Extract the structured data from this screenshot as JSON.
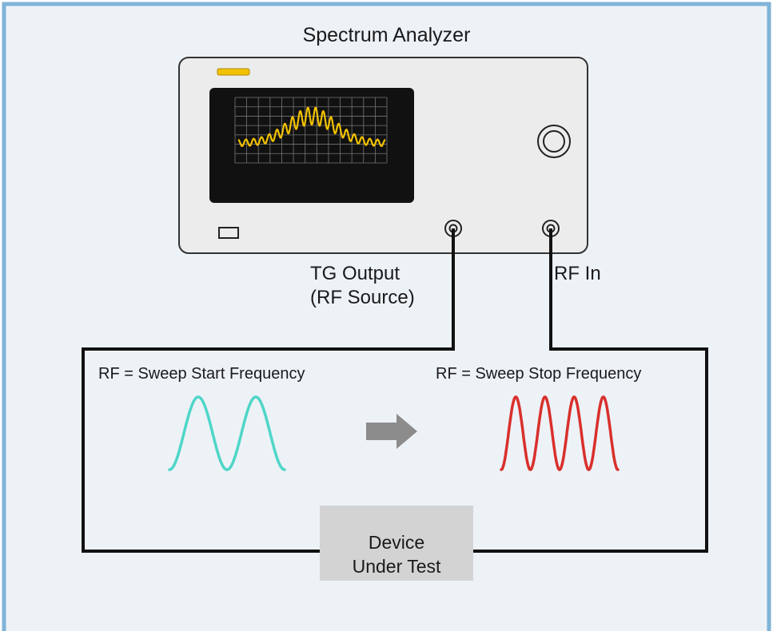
{
  "analyzer": {
    "title": "Spectrum Analyzer"
  },
  "ports": {
    "tg_output_line1": "TG Output",
    "tg_output_line2": "(RF Source)",
    "rf_in": "RF In"
  },
  "sweep": {
    "start_label": "RF = Sweep Start Frequency",
    "stop_label": "RF = Sweep Stop Frequency"
  },
  "dut": {
    "line1": "Device",
    "line2": "Under Test"
  },
  "colors": {
    "frame_border": "#7fb3d9",
    "background": "#edf2f7",
    "screen_trace": "#f2c200",
    "indicator": "#f2c200",
    "start_wave": "#4fd6c8",
    "stop_wave": "#d9302c",
    "arrow": "#8c8c8c",
    "dut_box": "#d3d3d3"
  }
}
